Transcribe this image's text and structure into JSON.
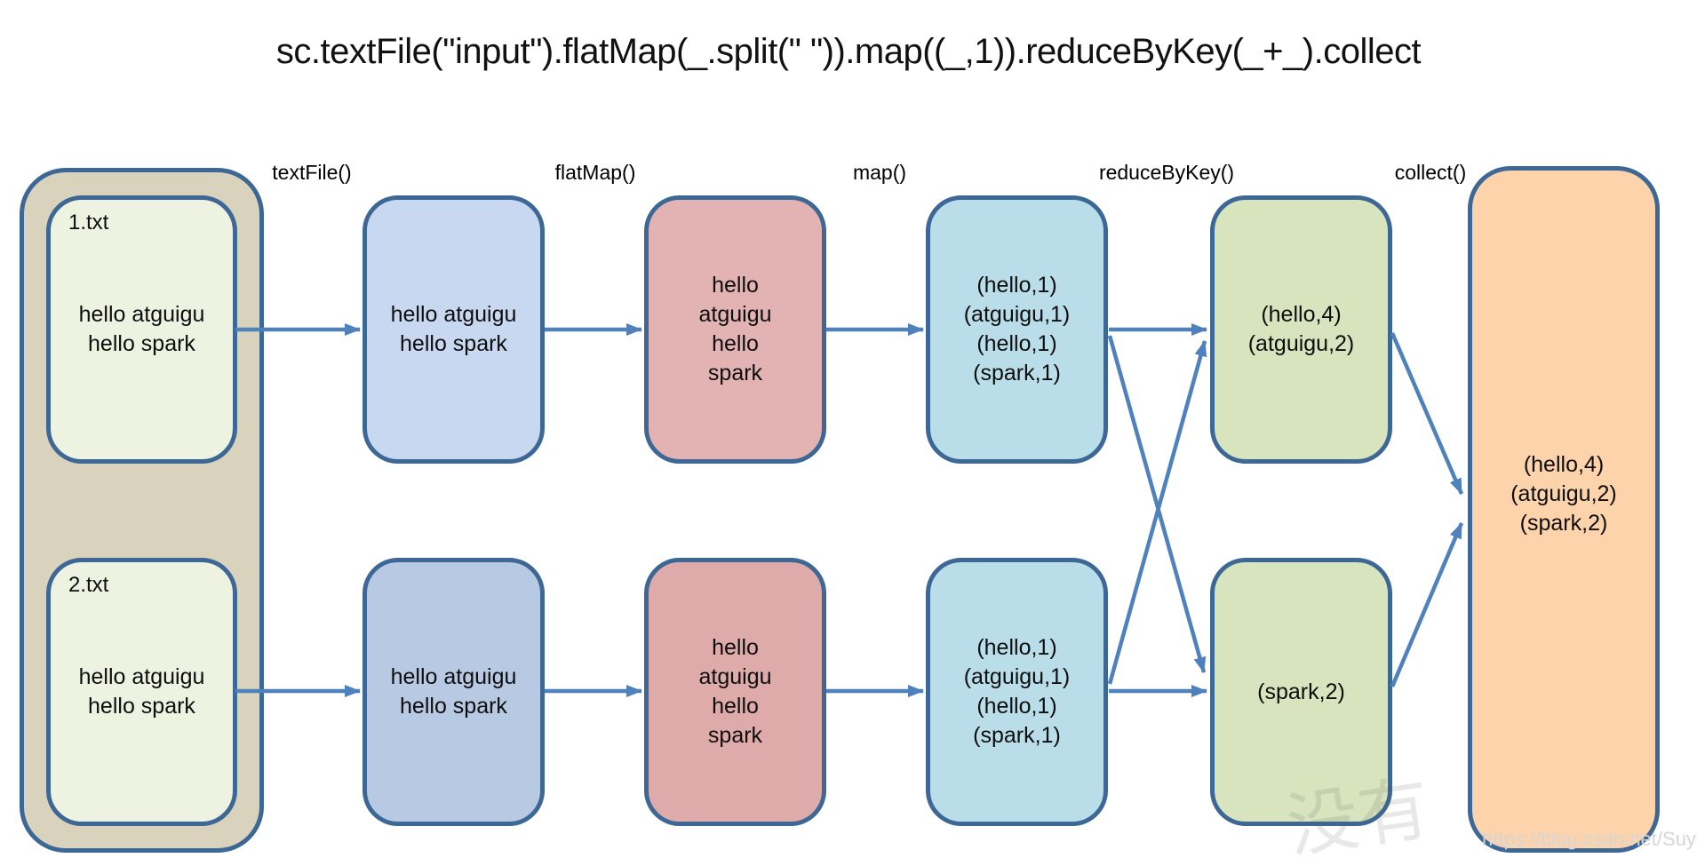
{
  "title": "sc.textFile(\"input\").flatMap(_.split(\" \")).map((_,1)).reduceByKey(_+_).collect",
  "stages": [
    {
      "label": "textFile()"
    },
    {
      "label": "flatMap()"
    },
    {
      "label": "map()"
    },
    {
      "label": "reduceByKey()"
    },
    {
      "label": "collect()"
    }
  ],
  "input": {
    "files": [
      {
        "name": "1.txt",
        "lines": [
          "hello atguigu",
          "hello spark"
        ]
      },
      {
        "name": "2.txt",
        "lines": [
          "hello atguigu",
          "hello spark"
        ]
      }
    ]
  },
  "textFile": {
    "partitions": [
      {
        "lines": [
          "hello atguigu",
          "hello spark"
        ]
      },
      {
        "lines": [
          "hello atguigu",
          "hello spark"
        ]
      }
    ]
  },
  "flatMap": {
    "partitions": [
      {
        "lines": [
          "hello",
          "atguigu",
          "hello",
          "spark"
        ]
      },
      {
        "lines": [
          "hello",
          "atguigu",
          "hello",
          "spark"
        ]
      }
    ]
  },
  "map": {
    "partitions": [
      {
        "lines": [
          "(hello,1)",
          "(atguigu,1)",
          "(hello,1)",
          "(spark,1)"
        ]
      },
      {
        "lines": [
          "(hello,1)",
          "(atguigu,1)",
          "(hello,1)",
          "(spark,1)"
        ]
      }
    ]
  },
  "reduceByKey": {
    "partitions": [
      {
        "lines": [
          "(hello,4)",
          "(atguigu,2)"
        ]
      },
      {
        "lines": [
          "(spark,2)"
        ]
      }
    ]
  },
  "collect": {
    "result": [
      "(hello,4)",
      "(atguigu,2)",
      "(spark,2)"
    ]
  },
  "watermark": {
    "stamp": "没有",
    "url": "https://blog.csdn.net/Suyebiubiu"
  },
  "colors": {
    "box_border": "#3d6795",
    "arrow": "#4f81bd",
    "input_container_fill": "#d9d2bd",
    "input_file_fill": "#eef2e1",
    "textfile_fill_top": "#c7d8f0",
    "textfile_fill_bottom": "#b7c9e3",
    "flatmap_fill_top": "#e2b3b2",
    "flatmap_fill_bottom": "#dfabaa",
    "map_fill": "#badee9",
    "reducebykey_fill": "#d7e4bd",
    "collect_fill": "#fcd3ab"
  }
}
